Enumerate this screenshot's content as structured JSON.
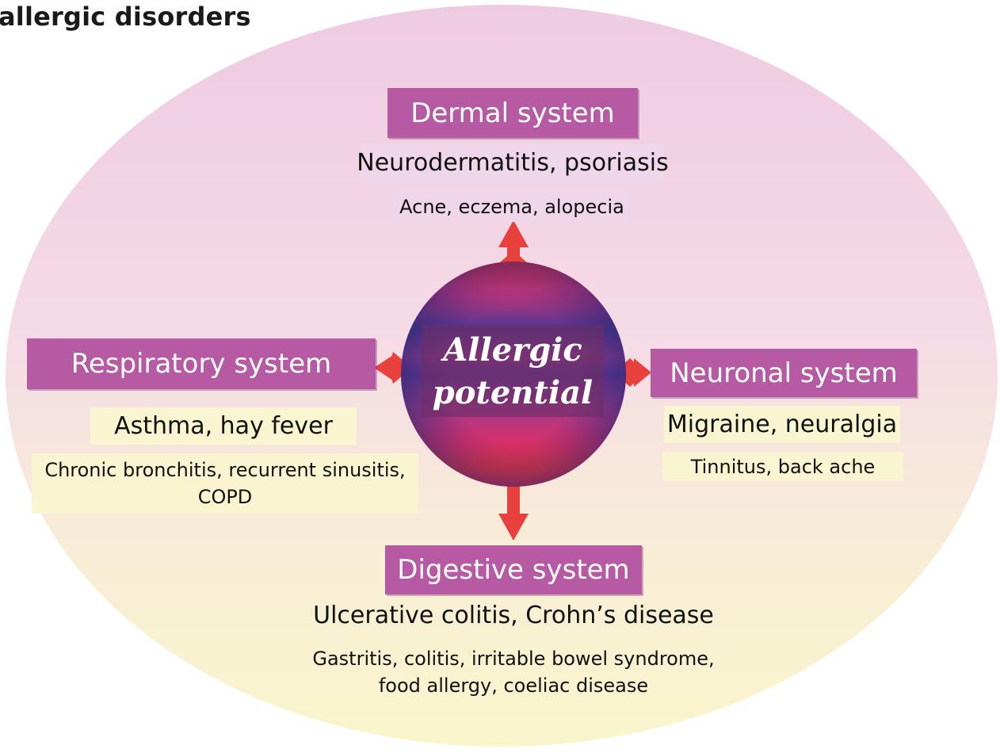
{
  "title": "allergic disorders",
  "center": {
    "line1": "Allergic",
    "line2": "potential"
  },
  "systems": {
    "dermal": {
      "label": "Dermal system",
      "main": "Neurodermatitis, psoriasis",
      "sub": "Acne, eczema, alopecia"
    },
    "respiratory": {
      "label": "Respiratory system",
      "main": "Asthma, hay fever",
      "sub_line1": "Chronic bronchitis, recurrent sinusitis,",
      "sub_line2": "COPD"
    },
    "neuronal": {
      "label": "Neuronal system",
      "main": "Migraine, neuralgia",
      "sub": "Tinnitus, back ache"
    },
    "digestive": {
      "label": "Digestive system",
      "main": "Ulcerative colitis, Crohn’s disease",
      "sub_line1": "Gastritis, colitis, irritable bowel syndrome,",
      "sub_line2": "food allergy, coeliac disease"
    }
  },
  "colors": {
    "system_box": "#b55aa3",
    "arrow": "#e8403c",
    "ellipse_top": "#edcbe1",
    "ellipse_bottom": "#f9f5cf"
  }
}
